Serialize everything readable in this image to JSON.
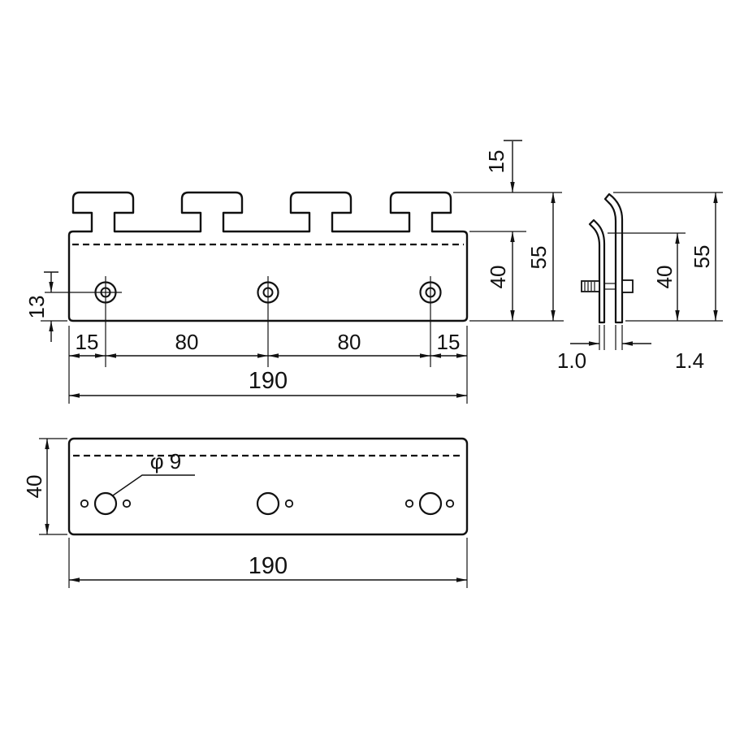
{
  "page": {
    "title": "bracket-rail-technical-drawing",
    "palette": {
      "line": "#111111",
      "background": "#ffffff"
    }
  },
  "views": {
    "front": {
      "dims": {
        "tab_height": "15",
        "total_height": "55",
        "body_height": "40",
        "hole_to_bottom": "13",
        "left_margin": "15",
        "pitch_left": "80",
        "pitch_right": "80",
        "right_margin": "15",
        "total_width": "190"
      }
    },
    "side": {
      "dims": {
        "total_height": "55",
        "body_height": "40",
        "plate_thickness": "1.0",
        "hook_thickness": "1.4"
      }
    },
    "top": {
      "dims": {
        "depth": "40",
        "total_width": "190",
        "hole_diameter": "φ 9"
      }
    }
  }
}
